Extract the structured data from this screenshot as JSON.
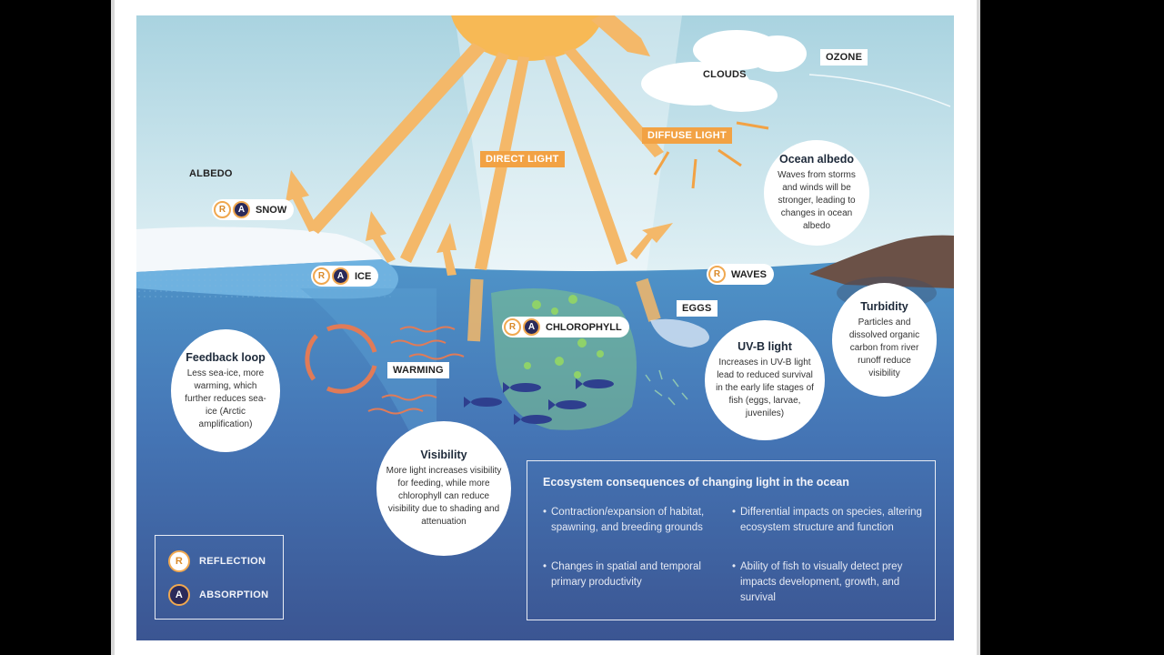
{
  "labels": {
    "albedo": "ALBEDO",
    "ozone": "OZONE",
    "clouds": "CLOUDS",
    "diffuse_light": "DIFFUSE LIGHT",
    "direct_light": "DIRECT LIGHT",
    "snow": "SNOW",
    "ice": "ICE",
    "waves": "WAVES",
    "eggs": "EGGS",
    "chlorophyll": "CHLOROPHYLL",
    "warming": "WARMING"
  },
  "chips": {
    "r": "R",
    "a": "A"
  },
  "bubbles": {
    "ocean_albedo": {
      "title": "Ocean albedo",
      "body": "Waves from storms and winds will be stronger, leading to changes in ocean albedo"
    },
    "turbidity": {
      "title": "Turbidity",
      "body": "Particles and dissolved organic carbon from river runoff reduce visibility"
    },
    "uvb": {
      "title": "UV-B light",
      "body": "Increases in UV-B light lead to reduced survival in the early life stages of fish (eggs, larvae, juveniles)"
    },
    "feedback": {
      "title": "Feedback loop",
      "body": "Less sea-ice, more warming, which further reduces sea-ice (Arctic amplification)"
    },
    "visibility": {
      "title": "Visibility",
      "body": "More light increases visibility for feeding, while more chlorophyll can reduce visibility due to shading and attenuation"
    }
  },
  "ecosystem": {
    "heading": "Ecosystem consequences of changing light in the ocean",
    "items": [
      "Contraction/expansion of habitat, spawning, and breeding grounds",
      "Changes in spatial and temporal primary productivity",
      "Differential impacts on species, altering ecosystem structure and function",
      "Ability of fish to visually detect prey impacts development, growth, and survival"
    ]
  },
  "legend": {
    "reflection": "REFLECTION",
    "absorption": "ABSORPTION"
  },
  "colors": {
    "sun": "#f7b955",
    "ray": "#f4b869",
    "ocean_top": "#4a8cc4",
    "ocean_bottom": "#3a5a96",
    "sky": "#cfe6ee",
    "accent_orange": "#f2a244",
    "navy": "#2b2a5a"
  }
}
